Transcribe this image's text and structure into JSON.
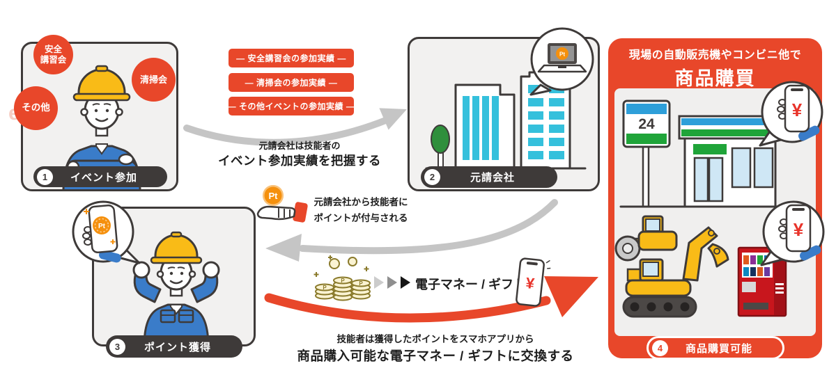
{
  "colors": {
    "accent": "#e8472a",
    "dark": "#3e3a39",
    "worker_blue": "#3a7cc9",
    "helmet_yellow": "#f9bb17",
    "window_cyan": "#35c0dc",
    "store_blue": "#2e9fd9",
    "store_green": "#1fa439",
    "vending_red": "#c8161d",
    "pt_orange": "#f5900d"
  },
  "steps": {
    "event": {
      "number": "1",
      "label": "イベント参加",
      "badges": [
        {
          "label": "安全\n講習会"
        },
        {
          "label": "清掃会"
        },
        {
          "label": "その他",
          "watermark": "etc"
        }
      ]
    },
    "contractor": {
      "number": "2",
      "label": "元請会社",
      "laptop_coin": "Pt"
    },
    "points": {
      "number": "3",
      "label": "ポイント獲得",
      "phone_coin": "Pt"
    },
    "purchase": {
      "number": "4",
      "label": "商品購買可能",
      "store_sign": "24",
      "phone_symbol": "¥"
    }
  },
  "tags": [
    "— 安全講習会の参加実績 —",
    "— 清掃会の参加実績 —",
    "— その他イベントの参加実績 —"
  ],
  "captions": {
    "grasp": {
      "line1": "元請会社は技能者の",
      "line2": "イベント参加実績を把握する"
    },
    "grant": {
      "line1": "元請会社から技能者に",
      "line2": "ポイントが付与される",
      "coin": "Pt"
    },
    "exchange": {
      "label": "電子マネー / ギフト",
      "coin_letter": "P",
      "phone_symbol": "¥"
    },
    "bottom": {
      "line1": "技能者は獲得したポイントをスマホアプリから",
      "line2": "商品購入可能な電子マネー / ギフトに交換する"
    }
  },
  "store_panel": {
    "header_line1": "現場の自動販売機やコンビニ他で",
    "header_line2": "商品購買"
  }
}
